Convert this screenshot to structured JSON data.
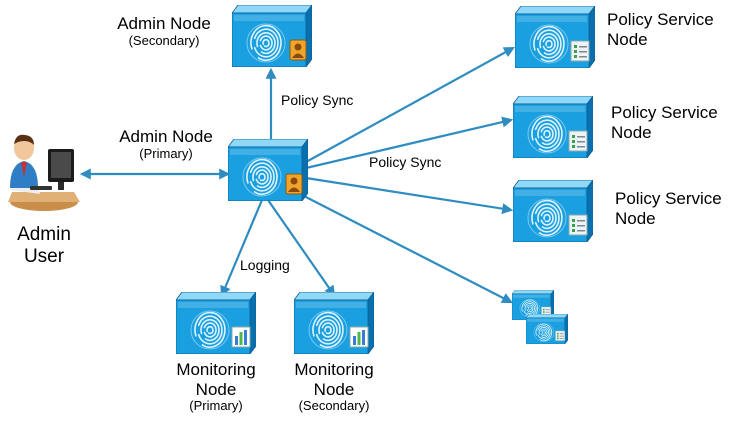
{
  "colors": {
    "connector": "#2e8cc0",
    "box_front": "#1a9fe0",
    "box_top": "#8fd8f7",
    "box_side": "#0a70ad",
    "box_edge": "#0b5f94",
    "badge_admin": "#f0a52a",
    "badge_policy": "#eef3f6",
    "badge_monitor": "#ffffff"
  },
  "icons": {
    "admin_user": "person-at-computer-icon",
    "node_fingerprint": "fingerprint-icon",
    "admin_badge": "user-badge-icon",
    "policy_badge": "checklist-badge-icon",
    "monitor_badge": "bar-chart-badge-icon"
  },
  "nodes": {
    "admin_secondary": {
      "name": "Admin Node",
      "role": "(Secondary)"
    },
    "admin_primary": {
      "name": "Admin Node",
      "role": "(Primary)"
    },
    "admin_user": {
      "line1": "Admin",
      "line2": "User"
    },
    "psn1": {
      "line1": "Policy Service",
      "line2": "Node"
    },
    "psn2": {
      "line1": "Policy Service",
      "line2": "Node"
    },
    "psn3": {
      "line1": "Policy Service",
      "line2": "Node"
    },
    "mon_primary": {
      "line1": "Monitoring",
      "line2": "Node",
      "role": "(Primary)"
    },
    "mon_secondary": {
      "line1": "Monitoring",
      "line2": "Node",
      "role": "(Secondary)"
    }
  },
  "edges": {
    "sync_up": "Policy Sync",
    "sync_psn": "Policy Sync",
    "logging": "Logging"
  }
}
